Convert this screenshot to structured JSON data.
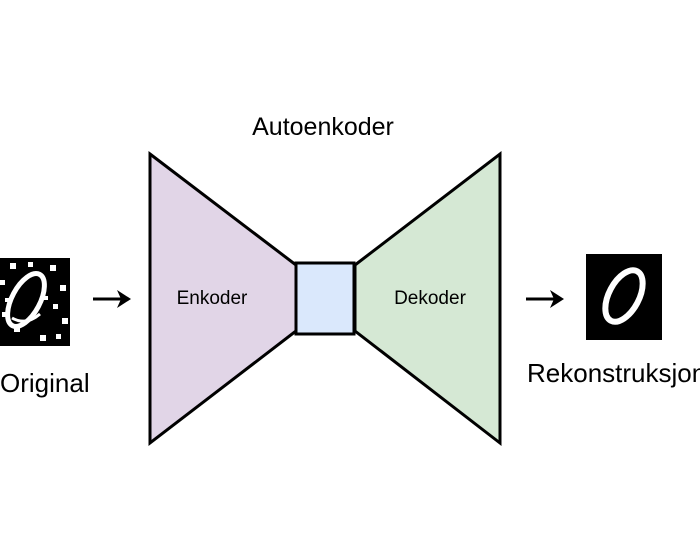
{
  "title": "Autoenkoder",
  "encoder": {
    "label": "Enkoder",
    "fill": "#e1d5e7"
  },
  "latent": {
    "fill": "#dae8fc"
  },
  "decoder": {
    "label": "Dekoder",
    "fill": "#d5e8d4"
  },
  "input": {
    "caption": "Original",
    "image": "noisy-digit-zero"
  },
  "output": {
    "caption": "Rekonstruksjon",
    "image": "clean-digit-zero"
  },
  "arrows": [
    "arrow-right-icon",
    "arrow-right-icon"
  ],
  "colors": {
    "stroke": "#000000",
    "background": "#ffffff"
  }
}
